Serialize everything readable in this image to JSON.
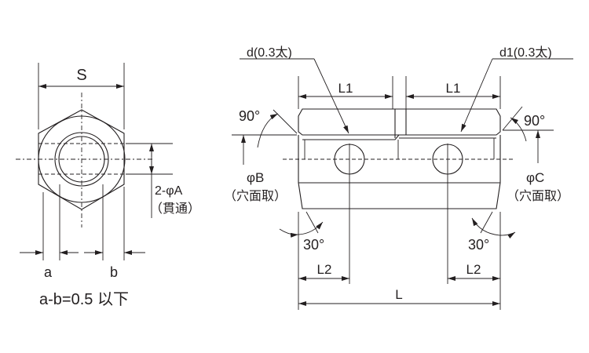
{
  "front_view": {
    "width_label": "S",
    "hole_label": "2-φA",
    "hole_note": "（貫通）",
    "a_label": "a",
    "b_label": "b",
    "tolerance_note": "a-b=0.5 以下"
  },
  "side_view": {
    "knurl_left_label": "d(0.3太)",
    "knurl_right_label": "d1(0.3太)",
    "l1_left": "L1",
    "l1_right": "L1",
    "angle_left_top": "90°",
    "angle_right_top": "90°",
    "phi_b": "φB",
    "phi_b_note": "（穴面取）",
    "phi_c": "φC",
    "phi_c_note": "（穴面取）",
    "angle_left_bottom": "30°",
    "angle_right_bottom": "30°",
    "l2_left": "L2",
    "l2_right": "L2",
    "length_label": "L"
  }
}
